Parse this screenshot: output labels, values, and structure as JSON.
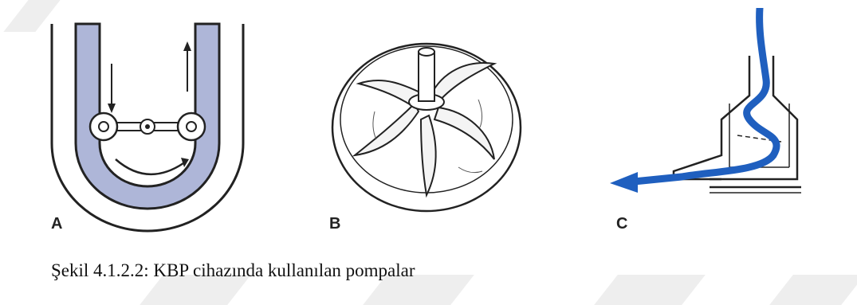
{
  "figure": {
    "panels": [
      {
        "label": "A",
        "icon": "roller-pump-icon"
      },
      {
        "label": "B",
        "icon": "centrifugal-impeller-icon"
      },
      {
        "label": "C",
        "icon": "centrifugal-pump-flow-icon"
      }
    ],
    "caption": "Şekil 4.1.2.2: KBP cihazında kullanılan pompalar",
    "colors": {
      "tube_fill": "#aeb6d8",
      "flow": "#1f5fbf",
      "line": "#222222",
      "watermark": "#eeeeee"
    }
  }
}
